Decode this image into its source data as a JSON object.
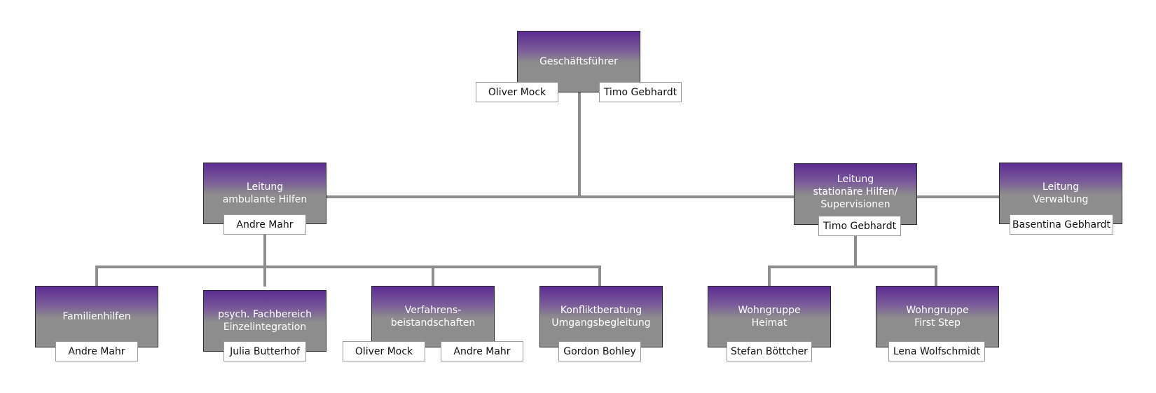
{
  "colors": {
    "box_top": "#5b2c91",
    "box_bottom": "#8d8d8d",
    "connector": "#8d8d8d",
    "name_border": "#9a9a9a"
  },
  "ceo": {
    "title": "Geschäftsführer",
    "names": [
      "Oliver Mock",
      "Timo Gebhardt"
    ]
  },
  "ambulant": {
    "title": "Leitung\nambulante Hilfen",
    "name": "Andre Mahr"
  },
  "stationaer": {
    "title": "Leitung\nstationäre Hilfen/\nSupervisionen",
    "name": "Timo Gebhardt"
  },
  "verwaltung": {
    "title": "Leitung\nVerwaltung",
    "name": "Basentina Gebhardt"
  },
  "familienhilfen": {
    "title": "Familienhilfen",
    "name": "Andre Mahr"
  },
  "psych": {
    "title": "psych. Fachbereich\nEinzelintegration",
    "name": "Julia Butterhof"
  },
  "verfahren": {
    "title": "Verfahrens-\nbeistandschaften",
    "names": [
      "Oliver Mock",
      "Andre Mahr"
    ]
  },
  "konflikt": {
    "title": "Konfliktberatung\nUmgangsbegleitung",
    "name": "Gordon Bohley"
  },
  "heimat": {
    "title": "Wohngruppe\nHeimat",
    "name": "Stefan Böttcher"
  },
  "firststep": {
    "title": "Wohngruppe\nFirst Step",
    "name": "Lena Wolfschmidt"
  }
}
